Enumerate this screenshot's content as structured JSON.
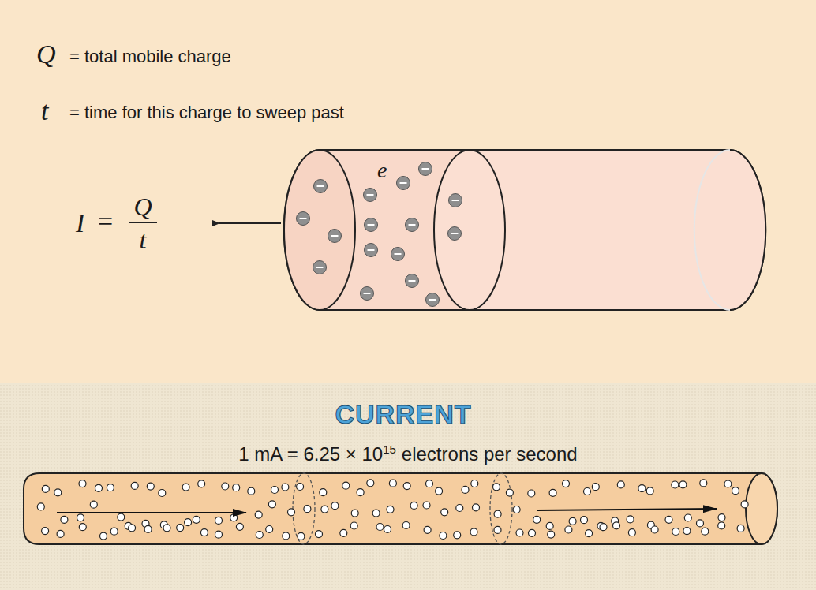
{
  "diagram": {
    "title": "CURRENT",
    "labels": [
      "Q",
      "= total mobile charge",
      "t",
      "= time for this charge to sweep past",
      "I",
      "=",
      "Q",
      "t",
      "e",
      "1 mA = 6.25 × 10",
      "15",
      "electrons per second"
    ]
  }
}
